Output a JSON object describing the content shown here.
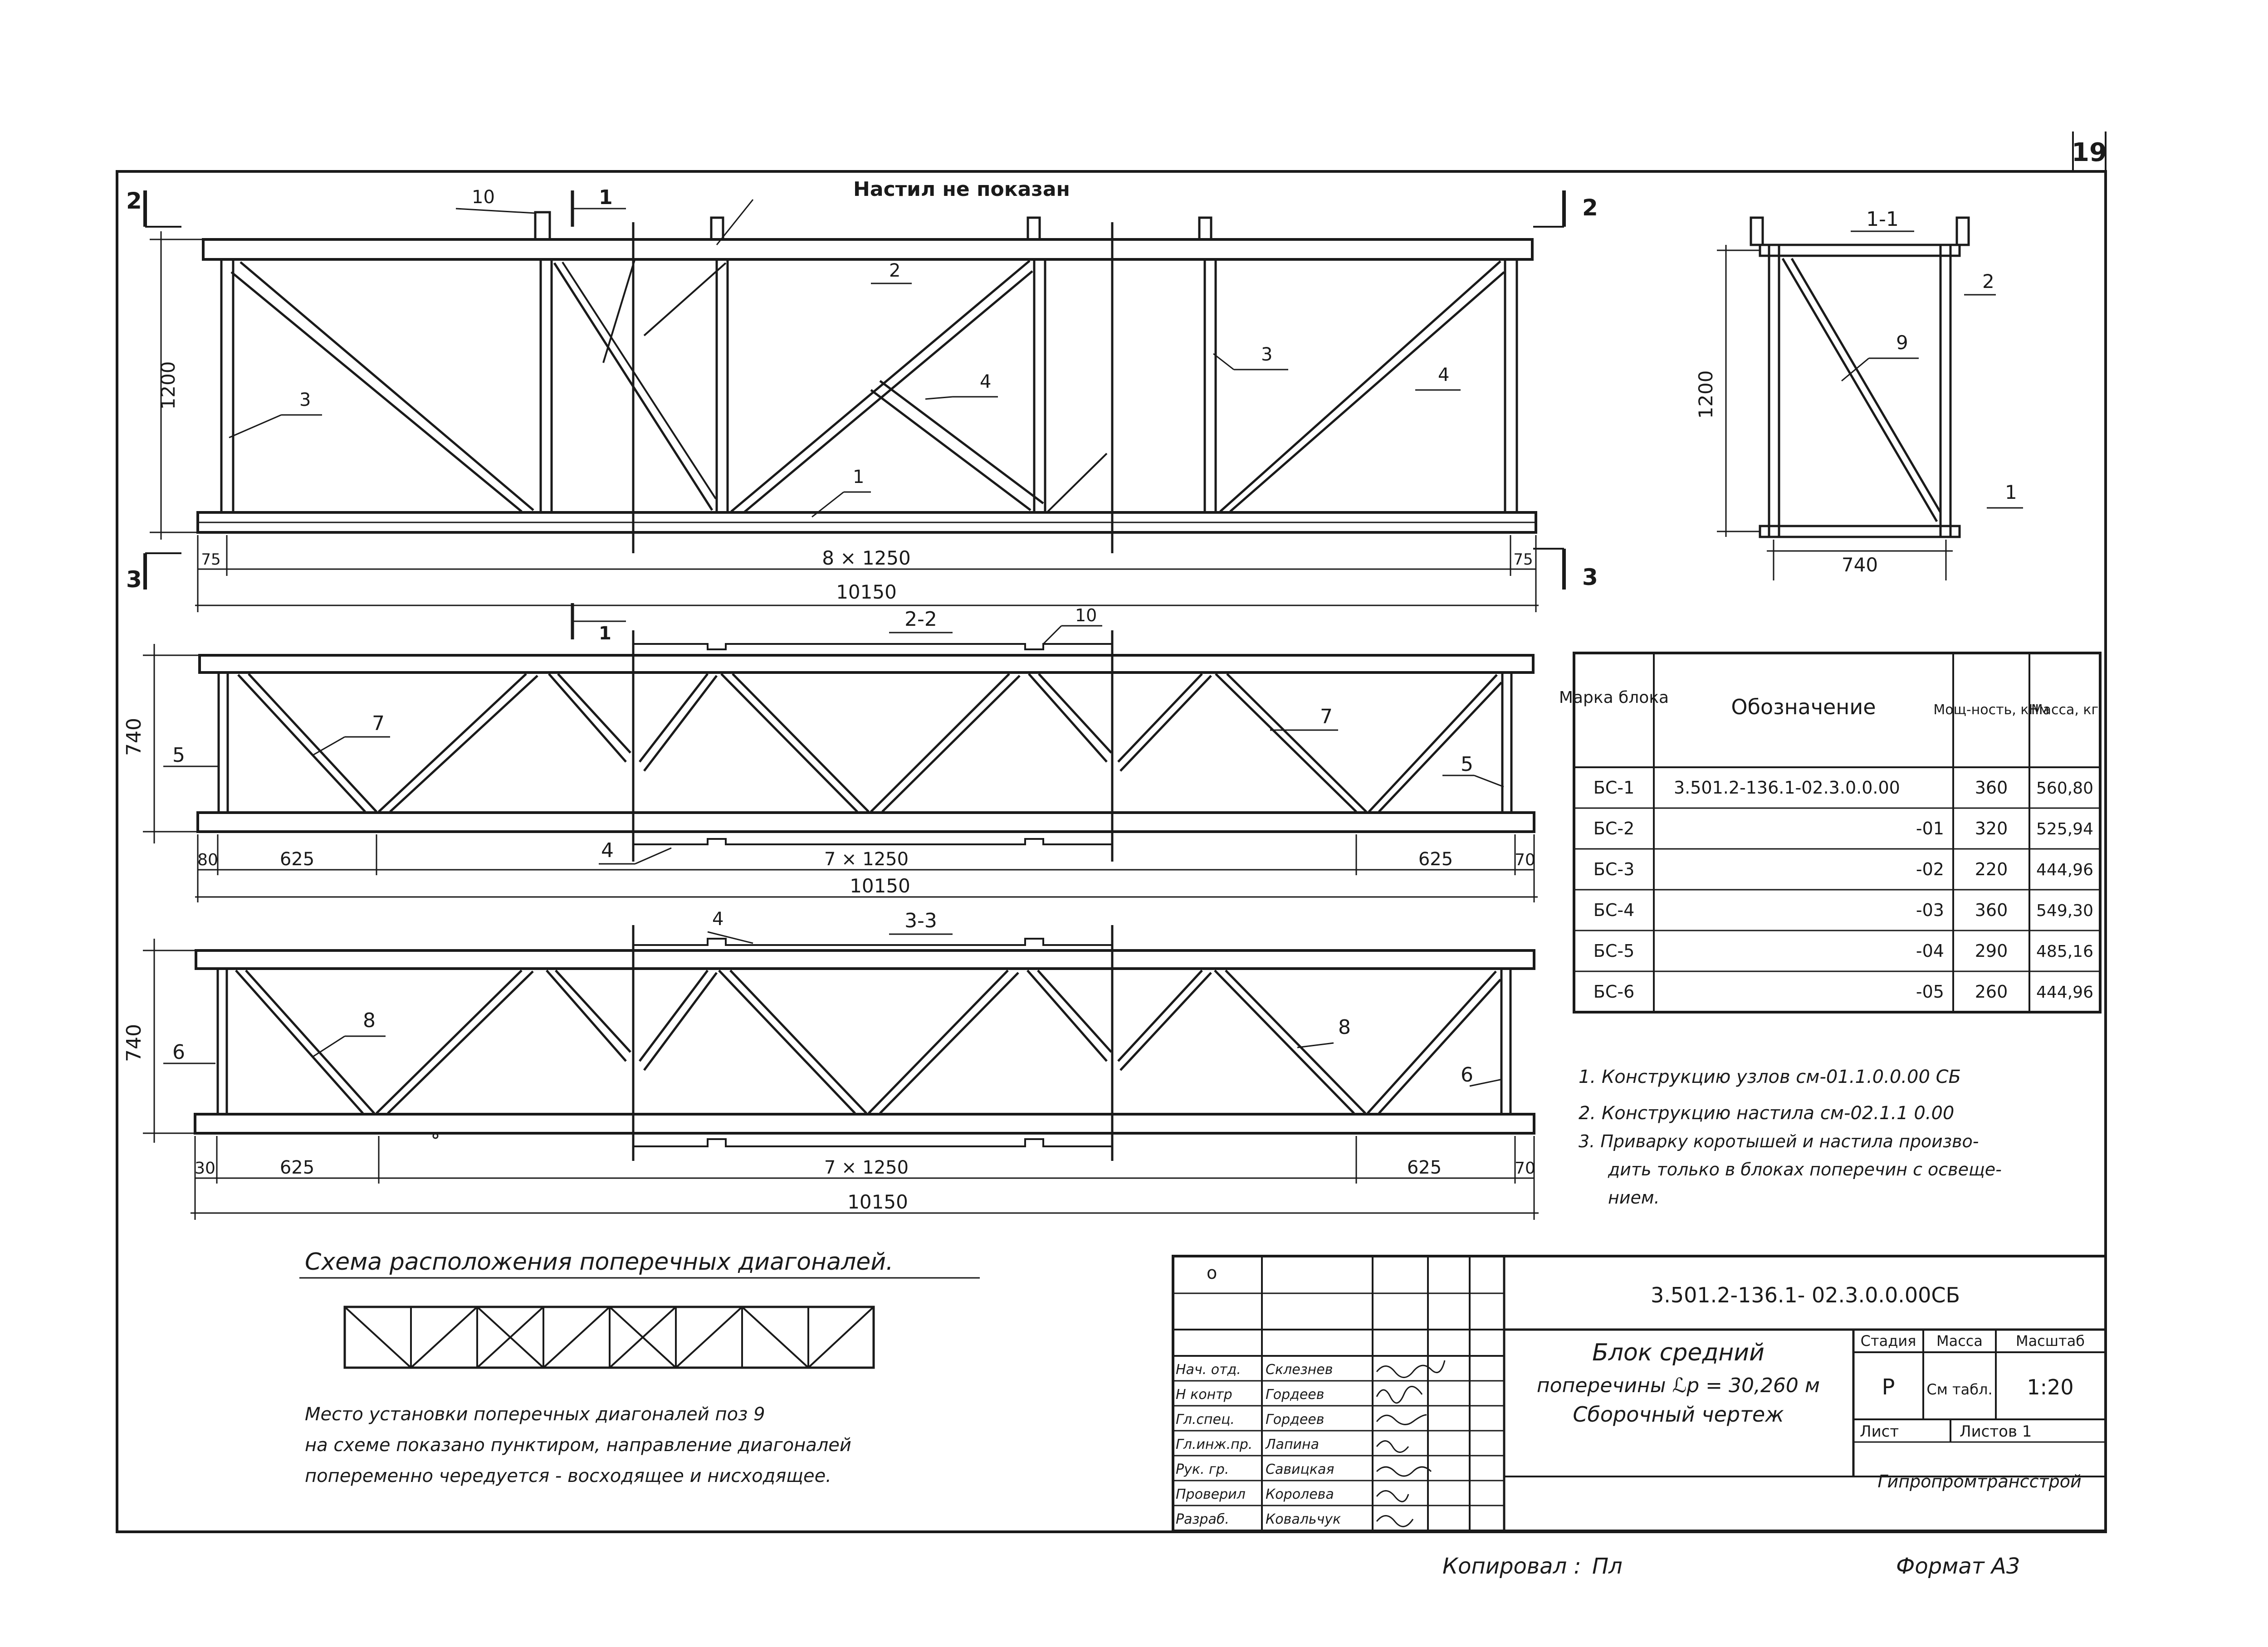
{
  "sheet": {
    "page_number": "19",
    "format": "Формат А3",
    "copied": "Копировал :",
    "copied_sign": "Пл"
  },
  "view_main": {
    "top_note": "Настил не показан",
    "callout_10": "10",
    "callout_2": "2",
    "callout_3a": "3",
    "callout_3b": "3",
    "callout_4a": "4",
    "callout_4b": "4",
    "callout_1": "1",
    "section_2_left": "2",
    "section_2_right": "2",
    "section_3_left": "3",
    "section_3_right": "3",
    "section_1": "1",
    "height": "1200",
    "dim_75_left": "75",
    "dim_75_right": "75",
    "dim_mid": "8 × 1250",
    "dim_total": "10150"
  },
  "view_22": {
    "title": "2-2",
    "callout_10": "10",
    "callout_1": "1",
    "callout_5a": "5",
    "callout_5b": "5",
    "callout_7a": "7",
    "callout_7b": "7",
    "callout_4": "4",
    "height": "740",
    "dim_left": "80",
    "dim_625a": "625",
    "dim_mid": "7 × 1250",
    "dim_625b": "625",
    "dim_right": "70",
    "dim_total": "10150"
  },
  "view_33": {
    "title": "3-3",
    "callout_4": "4",
    "callout_6a": "6",
    "callout_6b": "6",
    "callout_8a": "8",
    "callout_8b": "8",
    "height": "740",
    "dim_left": "30",
    "dim_625a": "625",
    "dim_mid": "7 × 1250",
    "dim_625b": "625",
    "dim_right": "70",
    "dim_total": "10150"
  },
  "section_11": {
    "title": "1-1",
    "height": "1200",
    "width": "740",
    "callout_2": "2",
    "callout_9": "9",
    "callout_1": "1"
  },
  "table": {
    "headers": [
      "Марка блока",
      "Обозначение",
      "Мощ-ность, кНм",
      "Масса, кг"
    ],
    "rows": [
      [
        "БС-1",
        "3.501.2-136.1-02.3.0.0.00",
        "360",
        "560,80"
      ],
      [
        "БС-2",
        "-01",
        "320",
        "525,94"
      ],
      [
        "БС-3",
        "-02",
        "220",
        "444,96"
      ],
      [
        "БС-4",
        "-03",
        "360",
        "549,30"
      ],
      [
        "БС-5",
        "-04",
        "290",
        "485,16"
      ],
      [
        "БС-6",
        "-05",
        "260",
        "444,96"
      ]
    ]
  },
  "notes": [
    "1. Конструкцию узлов см-01.1.0.0.00 СБ",
    "2. Конструкцию настила см-02.1.1 0.00",
    "3. Приварку коротышей и настила произво-",
    "дить только в блоках поперечин с освеще-",
    "нием."
  ],
  "scheme": {
    "title": "Схема расположения поперечных диагоналей.",
    "text": [
      "Место установки поперечных диагоналей поз 9",
      "на схеме показано пунктиром, направление диагоналей",
      "попеременно чередуется - восходящее и нисходящее."
    ]
  },
  "title_block": {
    "code": "3.501.2-136.1- 02.3.0.0.00СБ",
    "name_lines": [
      "Блок средний",
      "поперечины ℒр = 30,260 м",
      "Сборочный чертеж"
    ],
    "stage_label": "Стадия",
    "mass_label": "Масса",
    "scale_label": "Масштаб",
    "stage": "Р",
    "mass": "См табл.",
    "scale": "1:20",
    "sheet_label": "Лист",
    "sheets_label": "Листов 1",
    "org": "Гипропромтрансстрой",
    "marker": "о",
    "roles": [
      [
        "Нач. отд.",
        "Склезнев"
      ],
      [
        "Н контр",
        "Гордеев"
      ],
      [
        "Гл.спец.",
        "Гордеев"
      ],
      [
        "Гл.инж.пр.",
        "Лапина"
      ],
      [
        "Рук. гр.",
        "Савицкая"
      ],
      [
        "Проверил",
        "Королева"
      ],
      [
        "Разраб.",
        "Ковальчук"
      ]
    ]
  }
}
